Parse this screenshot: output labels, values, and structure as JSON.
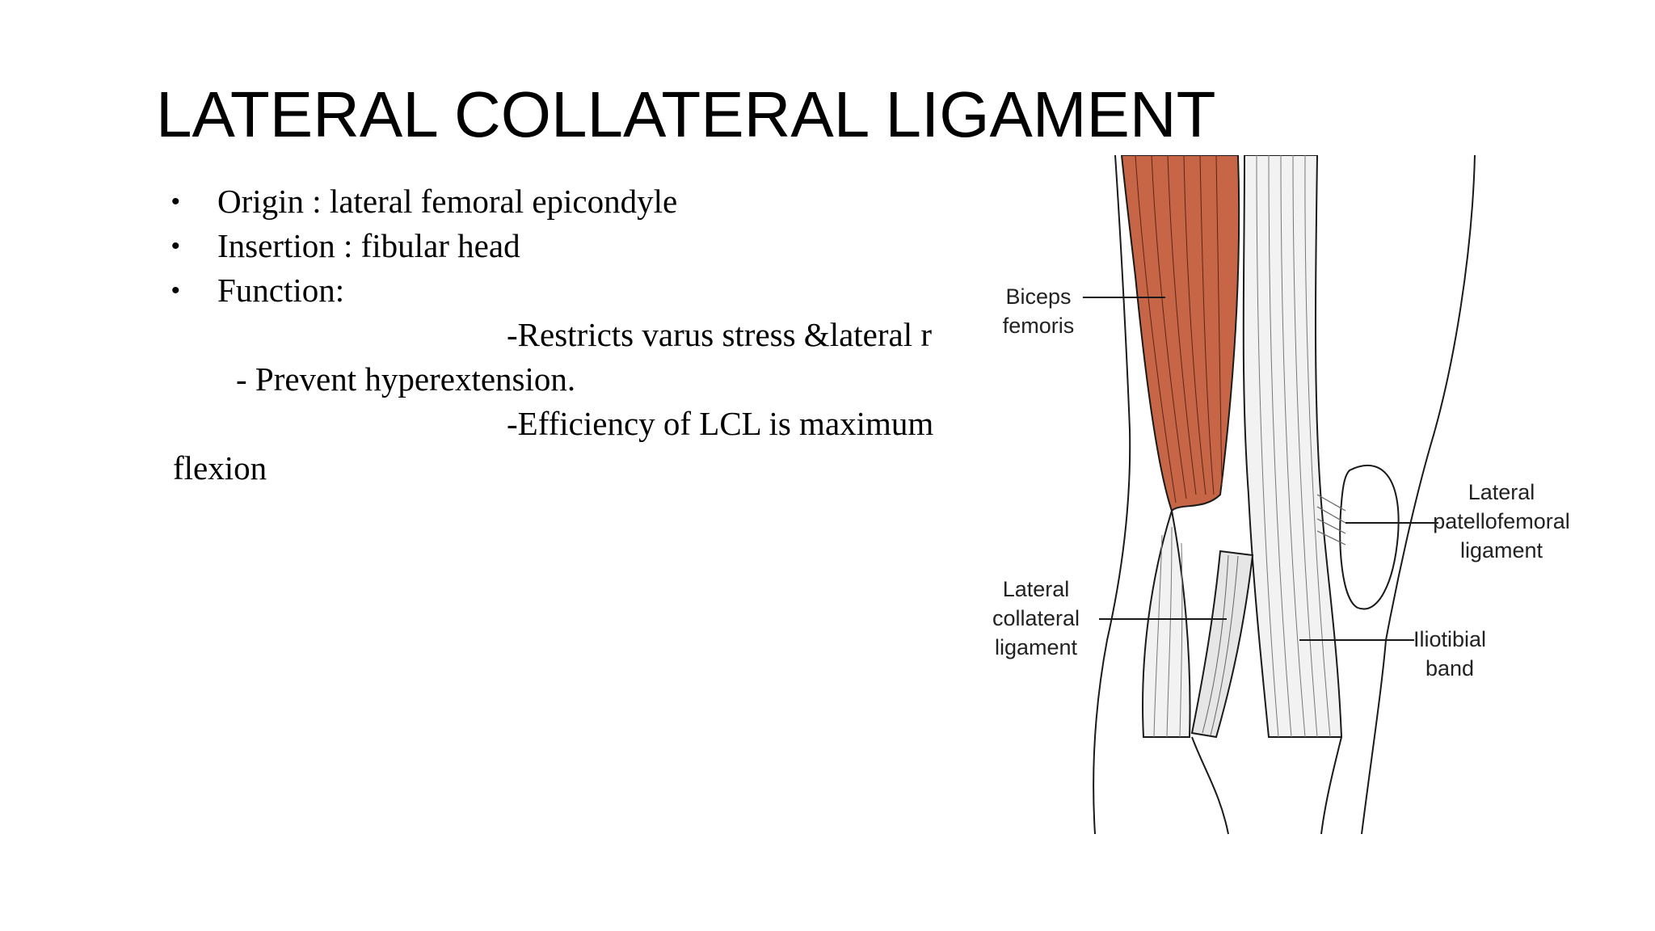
{
  "slide": {
    "title": "LATERAL COLLATERAL LIGAMENT",
    "bullets": [
      "Origin : lateral femoral epicondyle",
      "Insertion : fibular head",
      "Function:"
    ],
    "function_lines": [
      "-Restricts varus stress &lateral r",
      "- Prevent hyperextension.",
      "-Efficiency of LCL is maximum",
      "flexion"
    ]
  },
  "figure": {
    "labels": {
      "biceps_femoris": [
        "Biceps",
        "femoris"
      ],
      "lateral_collateral_ligament": [
        "Lateral",
        "collateral",
        "ligament"
      ],
      "lateral_patellofemoral_ligament": [
        "Lateral",
        "patellofemoral",
        "ligament"
      ],
      "iliotibial_band": [
        "Iliotibial",
        "band"
      ]
    },
    "colors": {
      "muscle": "#c76646",
      "outline": "#1a1a1a",
      "tendon": "#f2f2f2"
    }
  }
}
